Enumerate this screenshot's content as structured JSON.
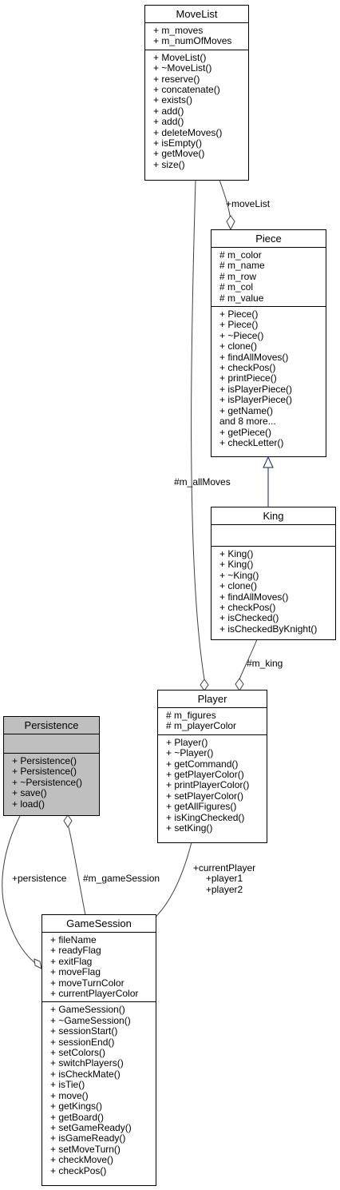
{
  "classes": {
    "movelist": {
      "name": "MoveList",
      "attributes": [
        "+ m_moves",
        "+ m_numOfMoves"
      ],
      "methods": [
        "+ MoveList()",
        "+ ~MoveList()",
        "+ reserve()",
        "+ concatenate()",
        "+ exists()",
        "+ add()",
        "+ add()",
        "+ deleteMoves()",
        "+ isEmpty()",
        "+ getMove()",
        "+ size()"
      ]
    },
    "piece": {
      "name": "Piece",
      "attributes": [
        "# m_color",
        "# m_name",
        "# m_row",
        "# m_col",
        "# m_value"
      ],
      "methods": [
        "+ Piece()",
        "+ Piece()",
        "+ ~Piece()",
        "+ clone()",
        "+ findAllMoves()",
        "+ checkPos()",
        "+ printPiece()",
        "+ isPlayerPiece()",
        "+ isPlayerPiece()",
        "+ getName()",
        "and 8 more...",
        "+ getPiece()",
        "+ checkLetter()"
      ]
    },
    "king": {
      "name": "King",
      "attributes": [],
      "methods": [
        "+ King()",
        "+ King()",
        "+ ~King()",
        "+ clone()",
        "+ findAllMoves()",
        "+ checkPos()",
        "+ isChecked()",
        "+ isCheckedByKnight()"
      ]
    },
    "player": {
      "name": "Player",
      "attributes": [
        "# m_figures",
        "# m_playerColor"
      ],
      "methods": [
        "+ Player()",
        "+ ~Player()",
        "+ getCommand()",
        "+ getPlayerColor()",
        "+ printPlayerColor()",
        "+ setPlayerColor()",
        "+ getAllFigures()",
        "+ isKingChecked()",
        "+ setKing()"
      ]
    },
    "persistence": {
      "name": "Persistence",
      "attributes": [],
      "methods": [
        "+ Persistence()",
        "+ Persistence()",
        "+ ~Persistence()",
        "+ save()",
        "+ load()"
      ]
    },
    "gamesession": {
      "name": "GameSession",
      "attributes": [
        "+ fileName",
        "+ readyFlag",
        "+ exitFlag",
        "+ moveFlag",
        "+ moveTurnColor",
        "+ currentPlayerColor"
      ],
      "methods": [
        "+ GameSession()",
        "+ ~GameSession()",
        "+ sessionStart()",
        "+ sessionEnd()",
        "+ setColors()",
        "+ switchPlayers()",
        "+ isCheckMate()",
        "+ isTie()",
        "+ move()",
        "+ getKings()",
        "+ getBoard()",
        "+ setGameReady()",
        "+ isGameReady()",
        "+ setMoveTurn()",
        "+ checkMove()",
        "+ checkPos()"
      ]
    }
  },
  "edge_labels": {
    "movelist_piece": "+moveList",
    "movelist_player": "#m_allMoves",
    "king_player": "#m_king",
    "player_gamesession": [
      "+currentPlayer",
      "+player1",
      "+player2"
    ],
    "persistence_gamesession_left": "+persistence",
    "persistence_gamesession_right": "#m_gameSession"
  },
  "colors": {
    "highlight_box": "#bfbfbf",
    "inheritance_edge": "#191970",
    "association_edge": "#404040"
  }
}
